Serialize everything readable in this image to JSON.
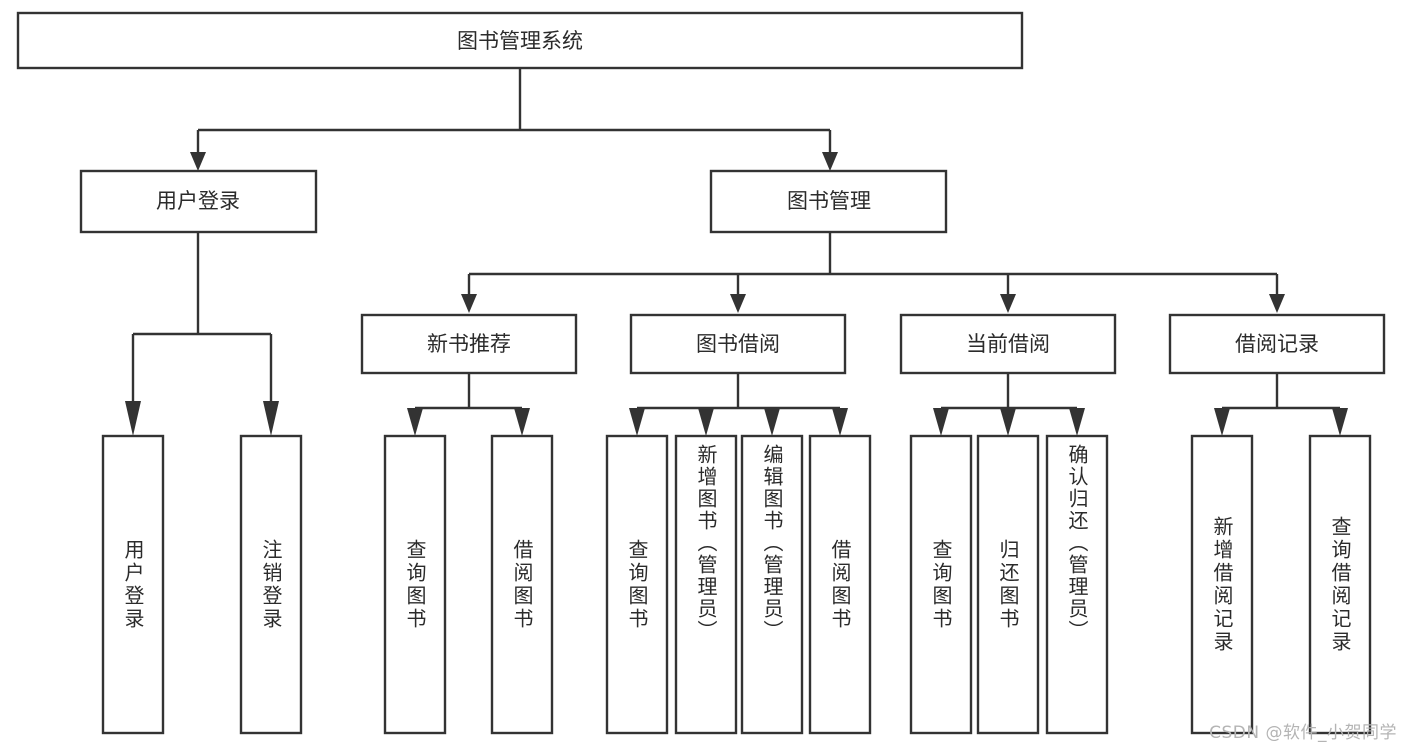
{
  "diagram": {
    "title": "图书管理系统",
    "type": "tree-hierarchy",
    "orientation": "top-down",
    "line_color": "#333333",
    "box_fill": "#ffffff",
    "text_color": "#2b2b2b",
    "root": {
      "label": "图书管理系统"
    },
    "level2": [
      {
        "label": "用户登录"
      },
      {
        "label": "图书管理"
      }
    ],
    "level3": [
      {
        "label": "新书推荐"
      },
      {
        "label": "图书借阅"
      },
      {
        "label": "当前借阅"
      },
      {
        "label": "借阅记录"
      }
    ],
    "leaves": [
      {
        "label": "用户登录",
        "parent": "用户登录"
      },
      {
        "label": "注销登录",
        "parent": "用户登录"
      },
      {
        "label": "查询图书",
        "parent": "新书推荐"
      },
      {
        "label": "借阅图书",
        "parent": "新书推荐"
      },
      {
        "label": "查询图书",
        "parent": "图书借阅"
      },
      {
        "label": "新增图书（管理员）",
        "parent": "图书借阅"
      },
      {
        "label": "编辑图书（管理员）",
        "parent": "图书借阅"
      },
      {
        "label": "借阅图书",
        "parent": "图书借阅"
      },
      {
        "label": "查询图书",
        "parent": "当前借阅"
      },
      {
        "label": "归还图书",
        "parent": "当前借阅"
      },
      {
        "label": "确认归还（管理员）",
        "parent": "当前借阅"
      },
      {
        "label": "新增借阅记录",
        "parent": "借阅记录"
      },
      {
        "label": "查询借阅记录",
        "parent": "借阅记录"
      }
    ]
  },
  "watermark": {
    "text": "CSDN @软件_小贺同学"
  }
}
